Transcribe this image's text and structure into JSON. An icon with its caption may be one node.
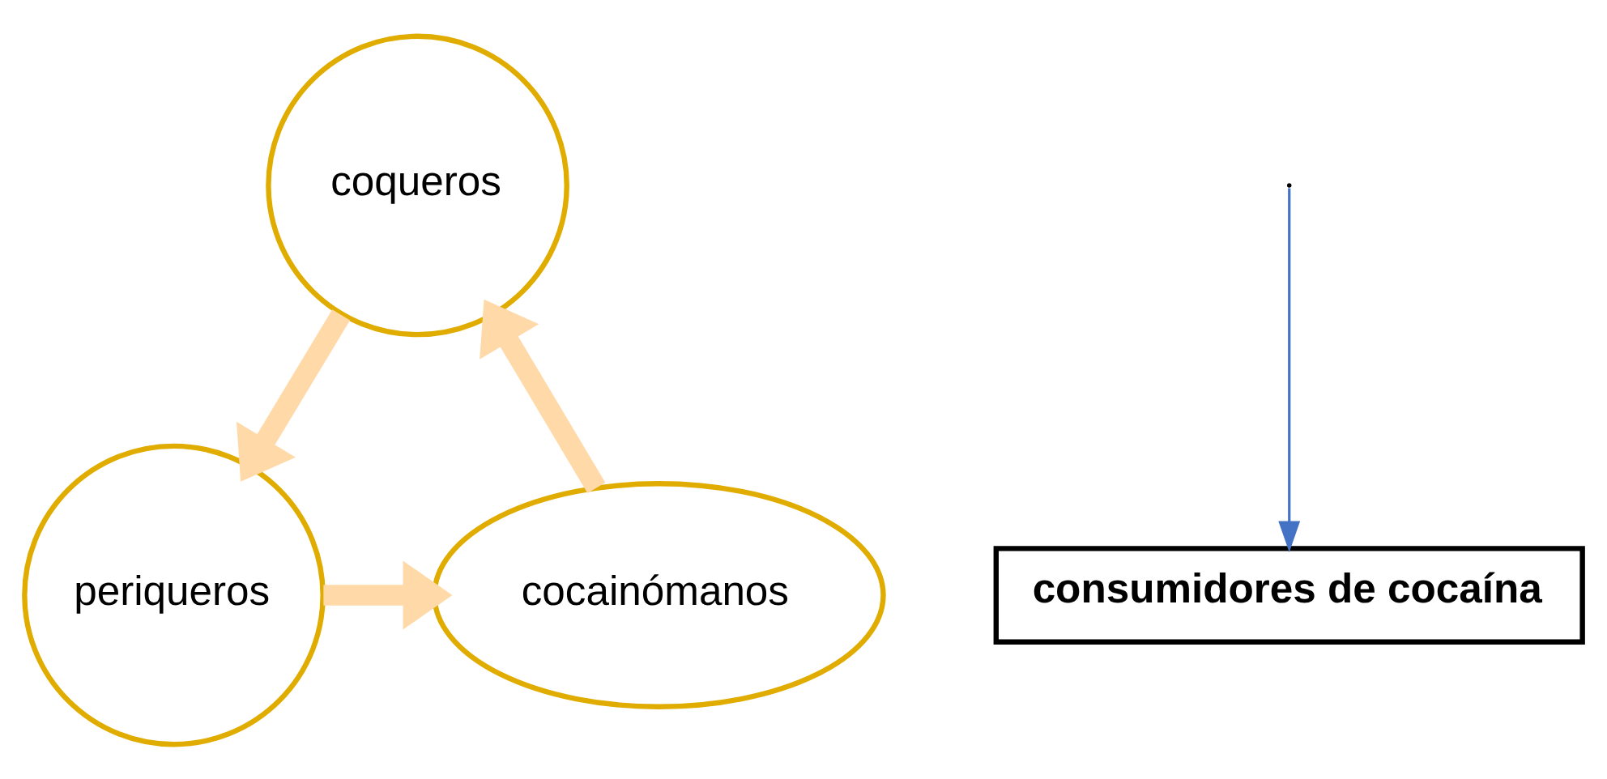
{
  "diagram": {
    "nodes": [
      {
        "text": [
          "coqueros"
        ]
      },
      {
        "text": [
          "periqueros"
        ]
      },
      {
        "text": [
          "cocainómanos"
        ]
      },
      {
        "text": [
          "consumidores de cocaína"
        ]
      }
    ],
    "edges": [
      {
        "from": 0,
        "to": 1,
        "arrow": "to"
      },
      {
        "from": 1,
        "to": 2,
        "arrow": "to"
      },
      {
        "from": 2,
        "to": 0,
        "arrow": "to"
      },
      {
        "from": null,
        "to": 3,
        "arrow": "to",
        "color": "#4472c4"
      }
    ]
  }
}
